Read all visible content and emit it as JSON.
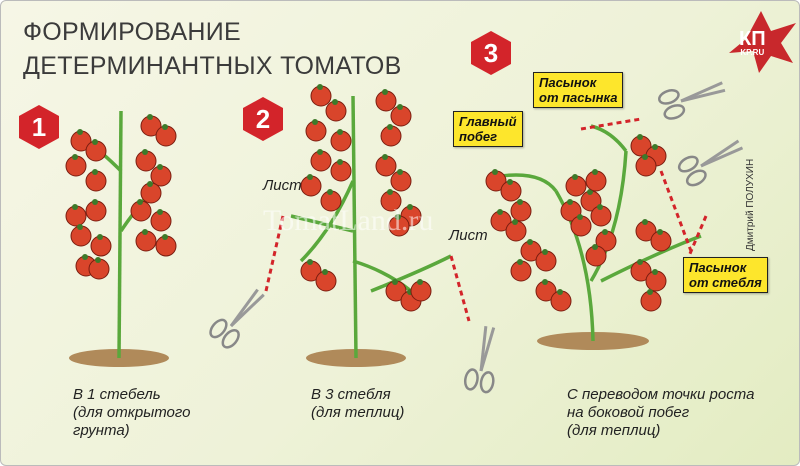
{
  "title": {
    "line1": "ФОРМИРОВАНИЕ",
    "line2": "ДЕТЕРМИНАНТНЫХ ТОМАТОВ"
  },
  "logo": {
    "main": "КП",
    "sub": "KP.RU"
  },
  "author": "Дмитрий ПОЛУХИН",
  "watermark": "TomatLand.ru",
  "colors": {
    "badge": "#d3242a",
    "callout": "#fde62c",
    "stem": "#5aa83c",
    "tomato": "#d9452b",
    "soil": "#b08a5a",
    "cut_line": "#d3242a"
  },
  "methods": [
    {
      "number": "1",
      "caption": [
        "В 1 стебель",
        "(для открытого",
        "грунта)"
      ]
    },
    {
      "number": "2",
      "caption": [
        "В 3 стебля",
        "(для теплиц)"
      ],
      "labels": [
        "Лист",
        "Лист"
      ]
    },
    {
      "number": "3",
      "caption": [
        "С переводом точки роста",
        "на боковой побег",
        "(для теплиц)"
      ],
      "callouts": {
        "main_shoot": [
          "Главный",
          "побег"
        ],
        "stepson_of_stepson": [
          "Пасынок",
          "от пасынка"
        ],
        "stepson_of_stem": [
          "Пасынок",
          "от стебля"
        ]
      }
    }
  ],
  "icons": [
    "scissors-icon",
    "tomato-icon"
  ]
}
